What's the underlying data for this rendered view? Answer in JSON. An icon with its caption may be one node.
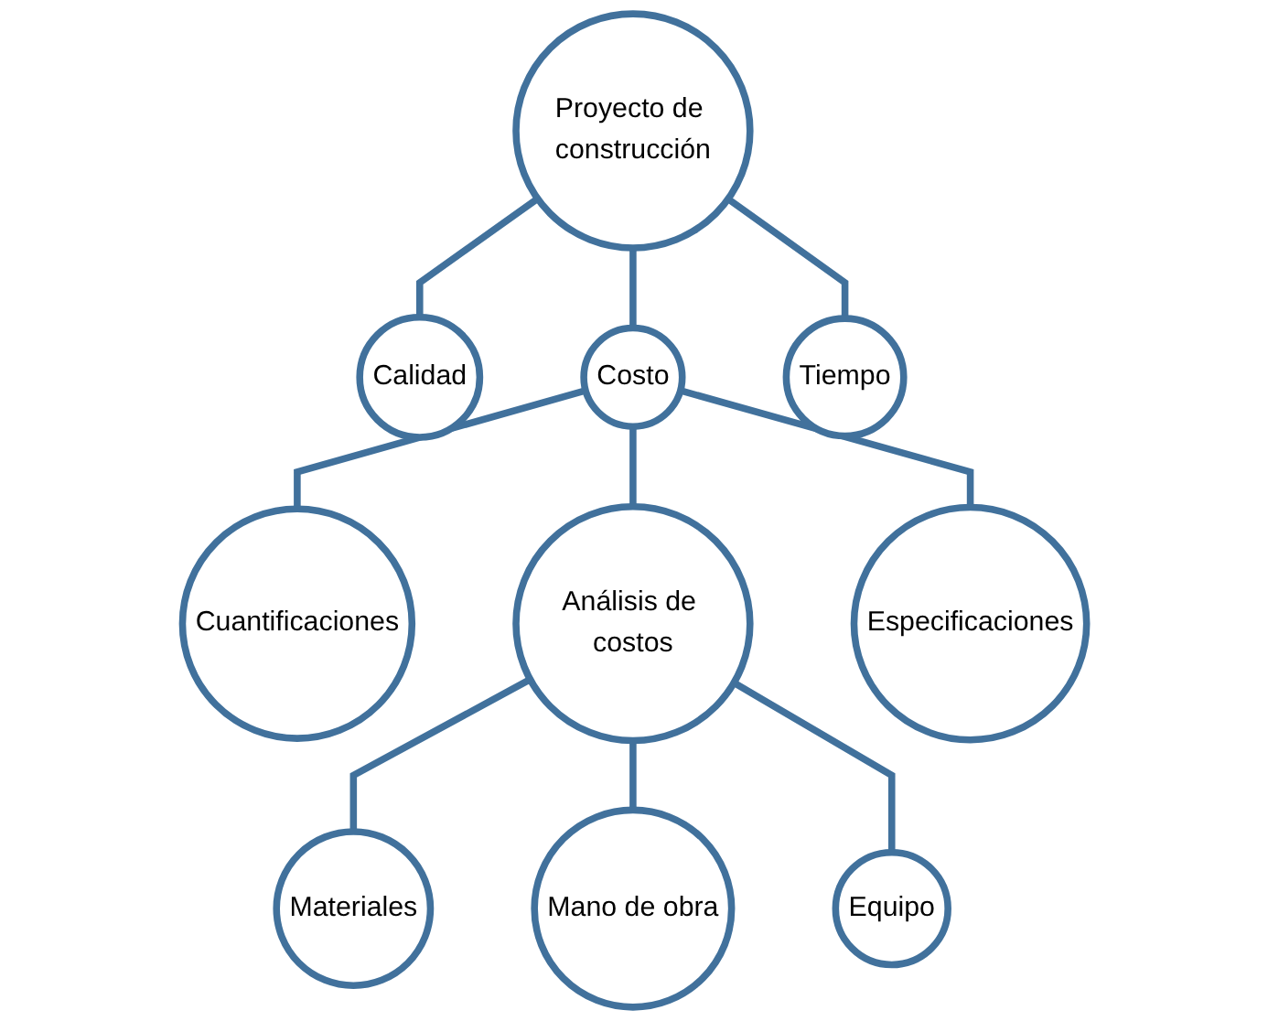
{
  "diagram": {
    "nodes": [
      {
        "text": [
          "Proyecto de construcción"
        ]
      },
      {
        "text": [
          "Calidad"
        ]
      },
      {
        "text": [
          "Costo"
        ]
      },
      {
        "text": [
          "Tiempo"
        ]
      },
      {
        "text": [
          "Cuantificaciones"
        ]
      },
      {
        "text": [
          "Análisis de costos"
        ]
      },
      {
        "text": [
          "Especificaciones"
        ]
      },
      {
        "text": [
          "Materiales"
        ]
      },
      {
        "text": [
          "Mano de obra"
        ]
      },
      {
        "text": [
          "Equipo"
        ]
      }
    ],
    "edges": [
      {
        "from": 0,
        "to": 1,
        "arrow": "none"
      },
      {
        "from": 0,
        "to": 2,
        "arrow": "none"
      },
      {
        "from": 0,
        "to": 3,
        "arrow": "none"
      },
      {
        "from": 2,
        "to": 4,
        "arrow": "none"
      },
      {
        "from": 2,
        "to": 5,
        "arrow": "none"
      },
      {
        "from": 2,
        "to": 6,
        "arrow": "none"
      },
      {
        "from": 5,
        "to": 7,
        "arrow": "none"
      },
      {
        "from": 5,
        "to": 8,
        "arrow": "none"
      },
      {
        "from": 5,
        "to": 9,
        "arrow": "none"
      }
    ]
  }
}
